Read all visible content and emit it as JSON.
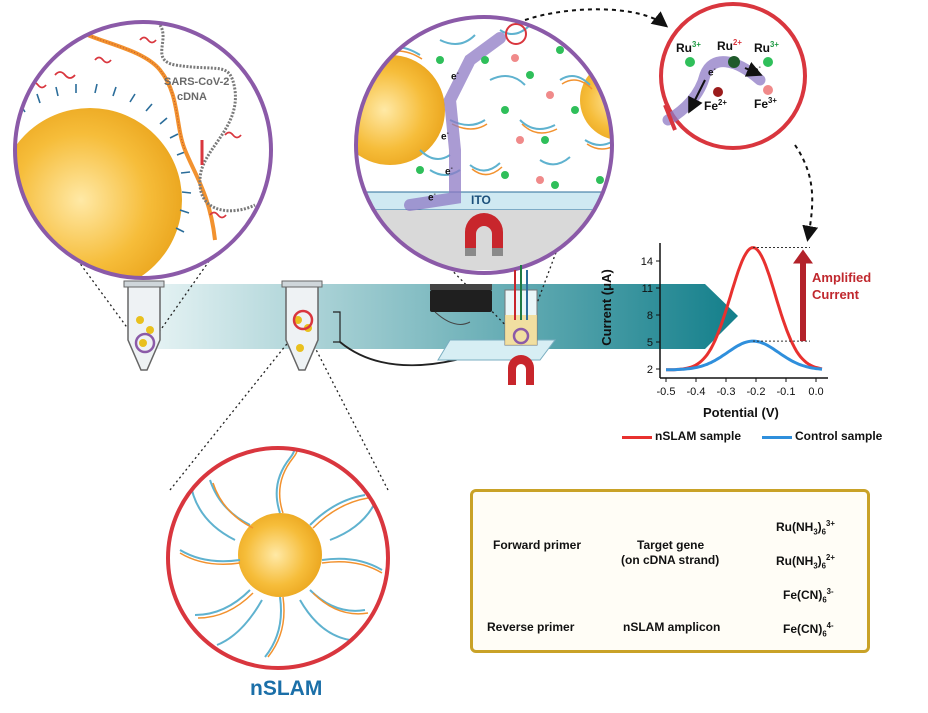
{
  "labels": {
    "sars": "SARS-CoV-2",
    "cdna": "cDNA",
    "ito": "ITO",
    "electron": "e",
    "electron_sup": "-",
    "amplified_1": "Amplified",
    "amplified_2": "Current",
    "nslam_title": "nSLAM"
  },
  "redox": {
    "ru3": "Ru",
    "ru3_sup": "3+",
    "ru2": "Ru",
    "ru2_sup": "2+",
    "fe2": "Fe",
    "fe2_sup": "2+",
    "fe3": "Fe",
    "fe3_sup": "3+"
  },
  "chart_data": {
    "type": "line",
    "xlabel": "Potential (V)",
    "ylabel": "Current (μA)",
    "x_ticks": [
      "-0.5",
      "-0.4",
      "-0.3",
      "-0.2",
      "-0.1",
      "0.0"
    ],
    "y_ticks": [
      "2",
      "5",
      "8",
      "11",
      "14"
    ],
    "xlim": [
      -0.52,
      0.04
    ],
    "ylim": [
      1.0,
      16.0
    ],
    "series": [
      {
        "name": "nSLAM sample",
        "color": "#e8312f",
        "peak_x": -0.21,
        "peak_y": 15.5,
        "base_y": 1.9,
        "sigma": 0.075
      },
      {
        "name": "Control sample",
        "color": "#2f8fdc",
        "peak_x": -0.21,
        "peak_y": 5.1,
        "base_y": 1.9,
        "sigma": 0.085
      }
    ]
  },
  "legend": {
    "forward_primer": "Forward primer",
    "reverse_primer": "Reverse primer",
    "target_gene_1": "Target gene",
    "target_gene_2": "(on cDNA strand)",
    "amplicon": "nSLAM amplicon",
    "ru_hex3": "Ru(NH",
    "ru_hex3_sub": "3",
    "ru_hex3_close": ")",
    "ru_hex3_sub2": "6",
    "ru_hex3_sup": "3+",
    "ru_hex2": "Ru(NH",
    "ru_hex2_sub": "3",
    "ru_hex2_close": ")",
    "ru_hex2_sub2": "6",
    "ru_hex2_sup": "2+",
    "fe3_cn": "Fe(CN)",
    "fe3_cn_sub": "6",
    "fe3_cn_sup": "3-",
    "fe4_cn": "Fe(CN)",
    "fe4_cn_sub": "6",
    "fe4_cn_sup": "4-"
  },
  "colors": {
    "gold": "#f2b632",
    "teal": "#1a8e9a",
    "purple": "#8b5aa8",
    "red": "#d9363e",
    "green": "#2fbf5a",
    "dark_green": "#1f5a2a",
    "pink": "#f08a8a",
    "dark_red": "#9b1c1c"
  }
}
